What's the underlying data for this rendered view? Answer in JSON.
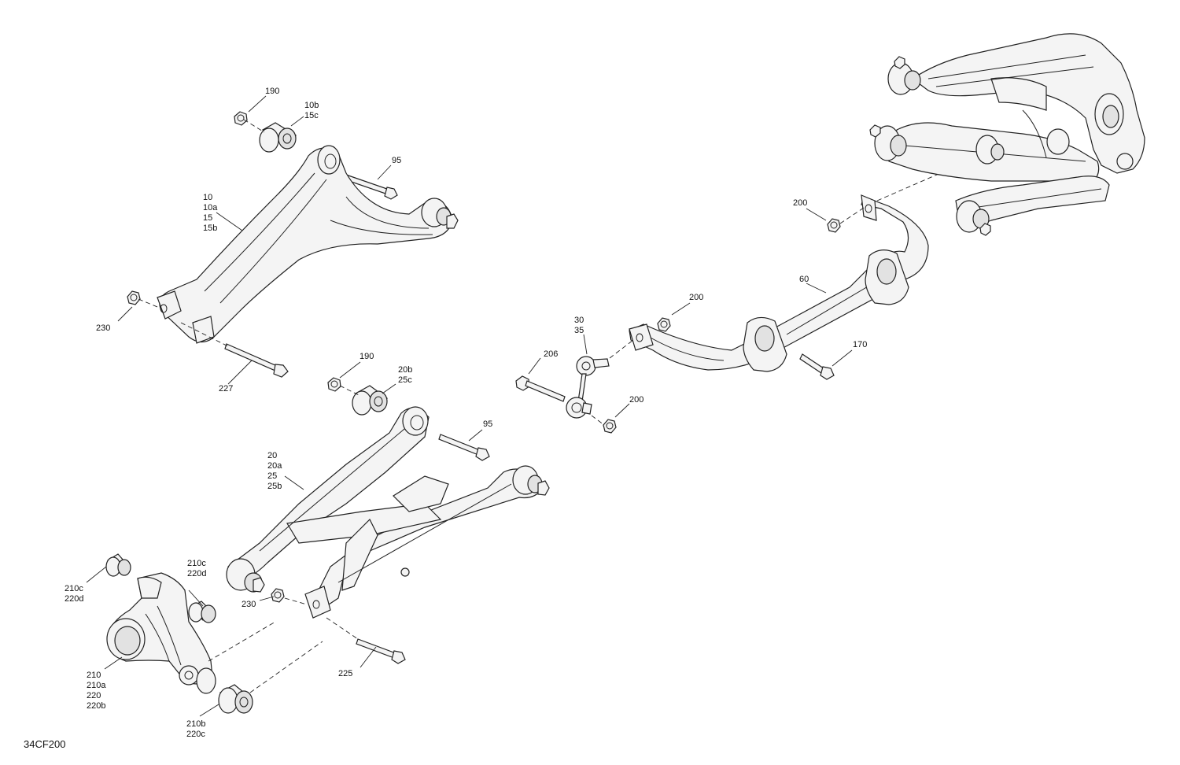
{
  "diagram": {
    "reference_code": "34CF200",
    "callouts": {
      "c190_top": [
        "190"
      ],
      "c10b_15c": [
        "10b",
        "15c"
      ],
      "c95_top": [
        "95"
      ],
      "c10_group": [
        "10",
        "10a",
        "15",
        "15b"
      ],
      "c230_top": [
        "230"
      ],
      "c227": [
        "227"
      ],
      "c190_mid": [
        "190"
      ],
      "c20b_25c": [
        "20b",
        "25c"
      ],
      "c95_mid": [
        "95"
      ],
      "c20_group": [
        "20",
        "20a",
        "25",
        "25b"
      ],
      "c210c_220d_right": [
        "210c",
        "220d"
      ],
      "c210c_220d_left": [
        "210c",
        "220d"
      ],
      "c230_low": [
        "230"
      ],
      "c225": [
        "225"
      ],
      "c210_group": [
        "210",
        "210a",
        "220",
        "220b"
      ],
      "c210b_220c": [
        "210b",
        "220c"
      ],
      "c206": [
        "206"
      ],
      "c30_35": [
        "30",
        "35"
      ],
      "c200_link": [
        "200"
      ],
      "c200_bar": [
        "200"
      ],
      "c60": [
        "60"
      ],
      "c170": [
        "170"
      ],
      "c200_top": [
        "200"
      ]
    }
  }
}
